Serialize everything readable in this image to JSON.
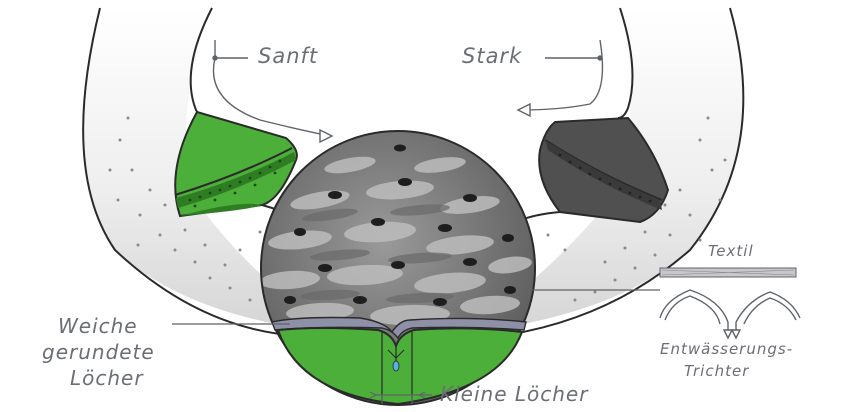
{
  "labels": {
    "sanft": "Sanft",
    "stark": "Stark",
    "textil": "Textil",
    "weiche_line1": "Weiche",
    "weiche_line2": "gerundete",
    "weiche_line3": "Löcher",
    "kleine_loecher": "Kleine Löcher",
    "entwaesserung_line1": "Entwässerungs-",
    "entwaesserung_line2": "Trichter"
  },
  "colors": {
    "green": "#4caf3a",
    "green_dark": "#2f7d22",
    "dark_gray": "#505050",
    "outline": "#2a2a2a",
    "label": "#6b6e74",
    "bowl_fill": "#e6e6e6"
  }
}
